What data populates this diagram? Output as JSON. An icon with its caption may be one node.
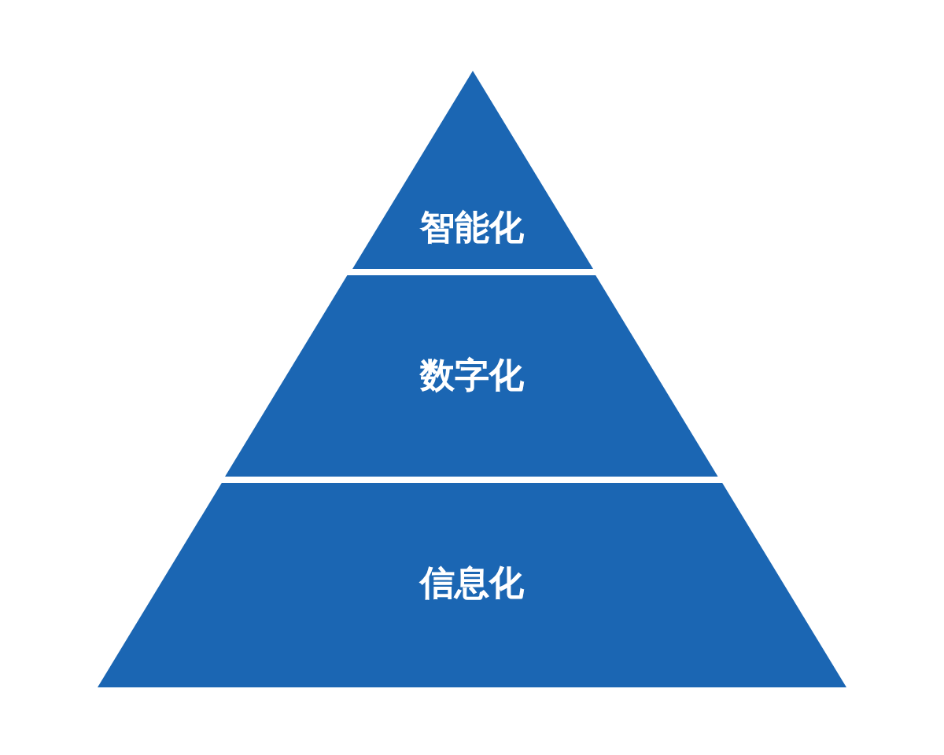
{
  "diagram": {
    "nodes": [
      {
        "text": [
          "智能化"
        ]
      },
      {
        "text": [
          "数字化"
        ]
      },
      {
        "text": [
          "信息化"
        ]
      }
    ]
  }
}
